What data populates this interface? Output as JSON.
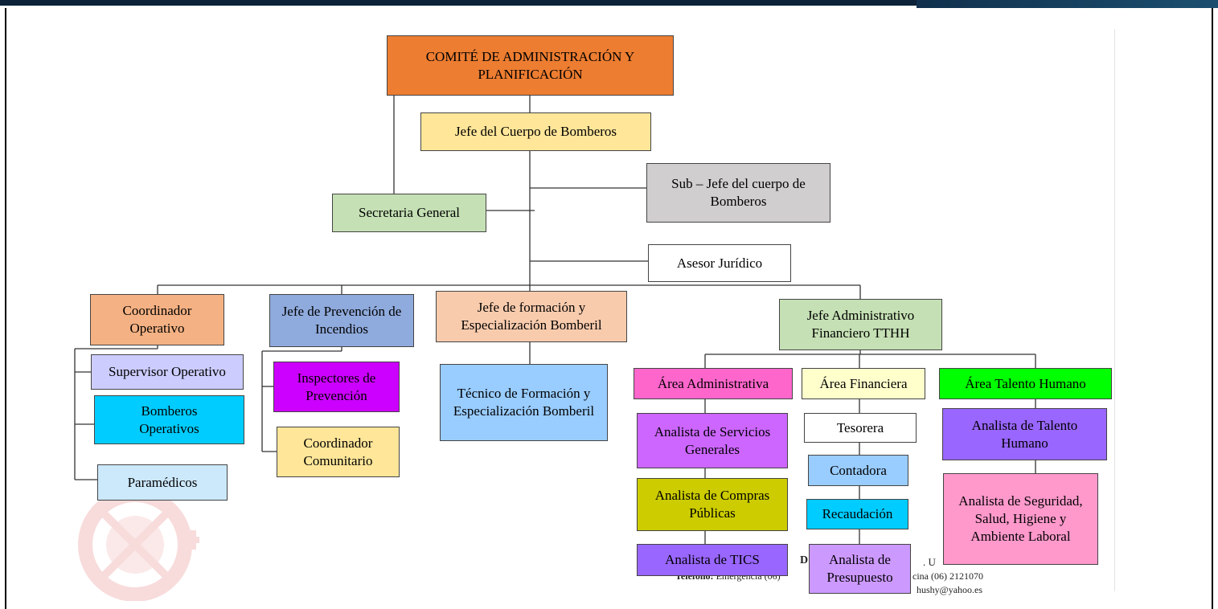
{
  "header": {
    "title_fragment": ", ... g..."
  },
  "nodes": {
    "comite": "COMITÉ DE ADMINISTRACIÓN Y PLANIFICACIÓN",
    "jefe_cuerpo": "Jefe del Cuerpo de Bomberos",
    "subjefe": "Sub – Jefe del cuerpo de Bomberos",
    "secretaria": "Secretaria General",
    "asesor": "Asesor Jurídico",
    "coord_operativo": "Coordinador Operativo",
    "jefe_prevencion": "Jefe de Prevención de Incendios",
    "jefe_formacion": "Jefe de formación y Especialización Bomberil",
    "jefe_admin": "Jefe Administrativo Financiero TTHH",
    "supervisor": "Supervisor Operativo",
    "bomberos_op": "Bomberos Operativos",
    "paramedicos": "Paramédicos",
    "inspectores": "Inspectores de Prevención",
    "coord_comunitario": "Coordinador Comunitario",
    "tecnico_formacion": "Técnico de Formación y Especialización Bomberil",
    "area_admin": "Área Administrativa",
    "area_fin": "Área Financiera",
    "area_th": "Área Talento Humano",
    "analista_servicios": "Analista de Servicios Generales",
    "analista_compras": "Analista de Compras Públicas",
    "analista_tics": "Analista de TICS",
    "tesorera": "Tesorera",
    "contadora": "Contadora",
    "recaudacion": "Recaudación",
    "analista_presupuesto": "Analista de Presupuesto",
    "analista_th": "Analista de Talento Humano",
    "analista_seguridad": "Analista de Seguridad, Salud, Higiene y Ambiente Laboral"
  },
  "footer": {
    "line1_a": "D",
    "line1_b": ". U",
    "line2_label": "Teléfono:",
    "line2_a": " Emergencia (06)",
    "line2_b": "cina (06) 2121070",
    "line3": "hushy@yahoo.es"
  },
  "colors": {
    "orange": "#ed7d31",
    "cream": "#ffe699",
    "grey": "#d0cece",
    "green": "#c5e0b4",
    "salmon": "#f4b183",
    "blue": "#8faadc",
    "peach": "#f8cbad",
    "lavender": "#ccccff",
    "cyan": "#00ccff",
    "lightblue": "#cce8fb",
    "magenta": "#cc00ff",
    "skyblue": "#99ccff",
    "pink": "#ff66cc",
    "lightyellow": "#ffffcc",
    "lime": "#00ff00",
    "violet": "#cc66ff",
    "olive": "#cccc00",
    "purple": "#9966ff",
    "contadora": "#99ccff",
    "recaudacion": "#00ccff",
    "presupuesto": "#cc99ff",
    "rose": "#ff99cc",
    "th_purple": "#9966ff"
  }
}
